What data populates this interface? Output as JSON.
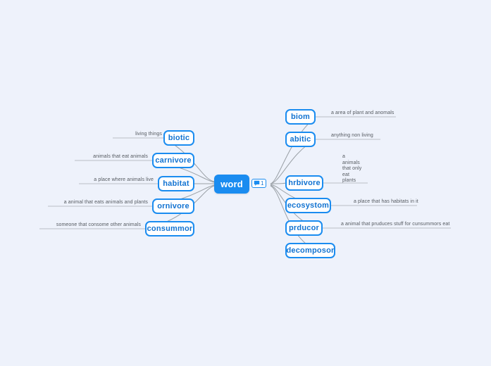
{
  "canvas": {
    "background": "#eef2fb",
    "node_border_color": "#1a8cf0",
    "node_text_color": "#1273d1",
    "root_fill_color": "#1a8cf0",
    "edge_color": "#9aa0a6",
    "annotation_color": "#555a60"
  },
  "root": {
    "label": "word",
    "badge": {
      "icon": "comment-icon",
      "count": "1"
    }
  },
  "left_branches": [
    {
      "label": "biotic",
      "annotation": "living things"
    },
    {
      "label": "carnivore",
      "annotation": "animals that eat animals"
    },
    {
      "label": "habitat",
      "annotation": "a place where animals live"
    },
    {
      "label": "ornivore",
      "annotation": "a animal that eats animals and plants"
    },
    {
      "label": "consummor",
      "annotation": "someone that consome other animals"
    }
  ],
  "right_branches": [
    {
      "label": "biom",
      "annotation": "a area of plant and anomals"
    },
    {
      "label": "abitic",
      "annotation": "anything non living"
    },
    {
      "label": "hrbivore",
      "annotation": "a\nanimals\nthat only\neat\nplants"
    },
    {
      "label": "ecosystom",
      "annotation": "a place that has habitats in it"
    },
    {
      "label": "prducor",
      "annotation": "a animal that pruduces stuff for cunsummors eat"
    },
    {
      "label": "decomposor",
      "annotation": ""
    }
  ]
}
